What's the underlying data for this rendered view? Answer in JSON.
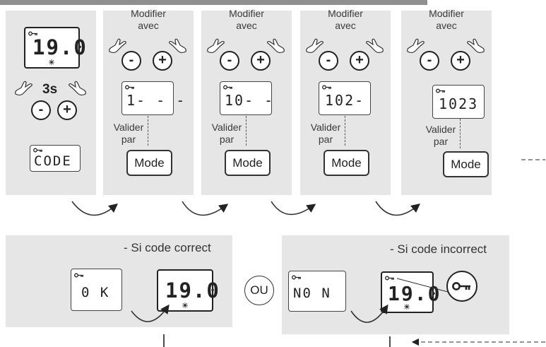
{
  "steps": [
    {
      "lcd_top": "19.0",
      "hold_label": "3s",
      "lcd_bottom": "CODE"
    },
    {
      "modify_label": "Modifier\navec",
      "lcd": "1- - -",
      "validate_label": "Valider\npar",
      "mode_label": "Mode"
    },
    {
      "modify_label": "Modifier\navec",
      "lcd": "10- -",
      "validate_label": "Valider\npar",
      "mode_label": "Mode"
    },
    {
      "modify_label": "Modifier\navec",
      "lcd": "102-",
      "validate_label": "Valider\npar",
      "mode_label": "Mode"
    },
    {
      "modify_label": "Modifier\navec",
      "lcd": "1023",
      "validate_label": "Valider\npar",
      "mode_label": "Mode"
    }
  ],
  "buttons": {
    "minus": "-",
    "plus": "+"
  },
  "result_correct": {
    "title": "- Si code correct",
    "lcd_1": "0 K",
    "lcd_2": "19.0"
  },
  "separator": "OU",
  "result_incorrect": {
    "title": "- Si code incorrect",
    "lcd_1": "N0 N",
    "lcd_2": "19.0"
  },
  "icons": [
    "key-icon",
    "sun-icon",
    "hand-icon",
    "curved-arrow-icon",
    "dashed-arrow-icon"
  ]
}
